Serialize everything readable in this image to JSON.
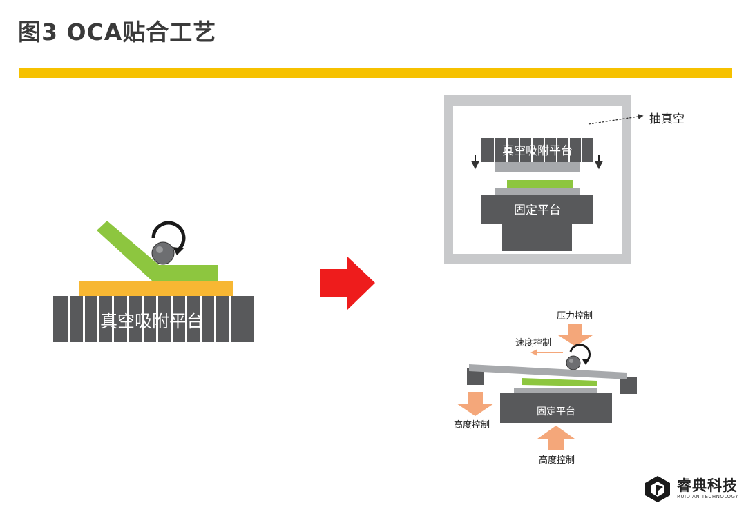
{
  "page": {
    "title": "图3 OCA贴合工艺"
  },
  "left_panel": {
    "platform_label": "真空吸附平台"
  },
  "top_right_panel": {
    "vacuum_label": "抽真空",
    "upper_platform_label": "真空吸附平台",
    "fixed_platform_label": "固定平台"
  },
  "bottom_right_panel": {
    "pressure_control": "压力控制",
    "speed_control": "速度控制",
    "height_control_left": "高度控制",
    "height_control_bottom": "高度控制",
    "fixed_platform_label": "固定平台"
  },
  "logo": {
    "name": "睿典科技",
    "subtitle": "RUIDIAN TECHNOLOGY"
  },
  "colors": {
    "accent": "#f6c100",
    "film_green": "#8dc63f",
    "adhesive_orange": "#f7b733",
    "platform_gray": "#58595b",
    "arrow_red": "#ee1c1c",
    "control_arrow": "#f4a77a"
  }
}
